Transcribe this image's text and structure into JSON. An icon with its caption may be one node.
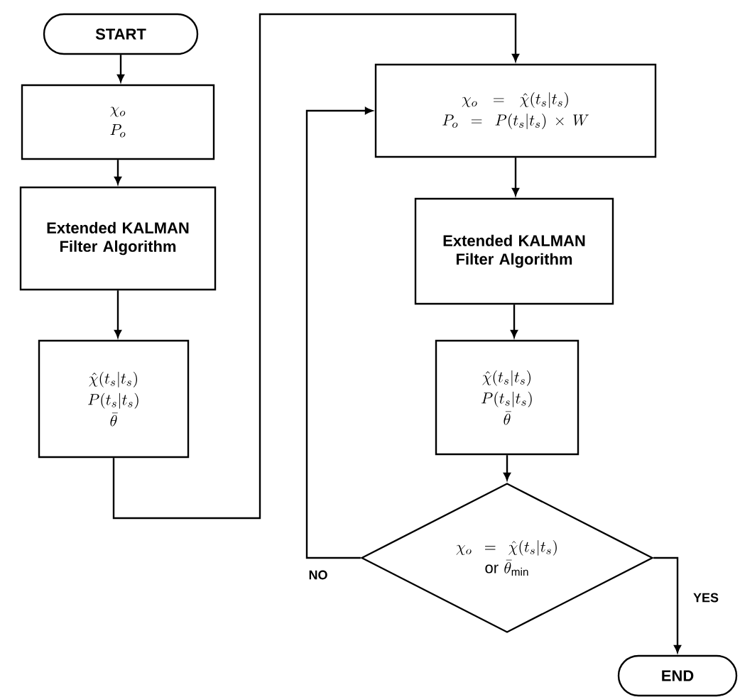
{
  "diagram": {
    "nodes": [
      {
        "text": [
          "START"
        ]
      },
      {
        "text": [
          "\\chi_o",
          "P_o"
        ]
      },
      {
        "text": [
          "Extended KALMAN Filter Algorithm"
        ]
      },
      {
        "text": [
          "\\hat{\\chi}(t_s|t_s)",
          "P(t_s|t_s)",
          "\\bar{\\theta}"
        ]
      },
      {
        "text": [
          "\\chi_o = \\hat{\\chi}(t_s|t_s)",
          "P_o = P(t_s|t_s)\\times W"
        ]
      },
      {
        "text": [
          "Extended KALMAN Filter Algorithm"
        ]
      },
      {
        "text": [
          "\\hat{\\chi}(t_s|t_s)",
          "P(t_s|t_s)",
          "\\bar{\\theta}"
        ]
      },
      {
        "text": [
          "\\chi_o = \\hat{\\chi}(t_s|t_s)",
          "\\mathrm{or}\\ \\bar{\\theta}_{\\mathrm{min}}"
        ]
      },
      {
        "text": [
          "END"
        ]
      }
    ],
    "edges": [
      {
        "from": 0,
        "to": 1,
        "arrow": "to"
      },
      {
        "from": 1,
        "to": 2,
        "arrow": "to"
      },
      {
        "from": 2,
        "to": 3,
        "arrow": "to"
      },
      {
        "from": 3,
        "to": 4,
        "arrow": "to"
      },
      {
        "from": 4,
        "to": 5,
        "arrow": "to"
      },
      {
        "from": 5,
        "to": 6,
        "arrow": "to"
      },
      {
        "from": 6,
        "to": 7,
        "arrow": "to"
      },
      {
        "from": 7,
        "to": 4,
        "arrow": "to",
        "label": "NO"
      },
      {
        "from": 7,
        "to": 8,
        "arrow": "to",
        "label": "YES"
      }
    ]
  }
}
